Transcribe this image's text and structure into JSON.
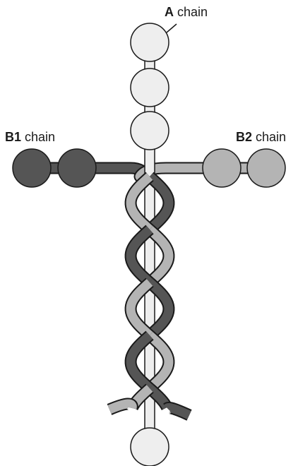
{
  "labels": {
    "a_chain": {
      "name": "A",
      "suffix": " chain"
    },
    "b1_chain": {
      "name": "B1",
      "suffix": " chain"
    },
    "b2_chain": {
      "name": "B2",
      "suffix": " chain"
    }
  },
  "colors": {
    "a_chain": "#eeeeee",
    "b1_chain": "#555555",
    "b2_chain": "#b4b4b4",
    "outline": "#1a1a1a"
  }
}
